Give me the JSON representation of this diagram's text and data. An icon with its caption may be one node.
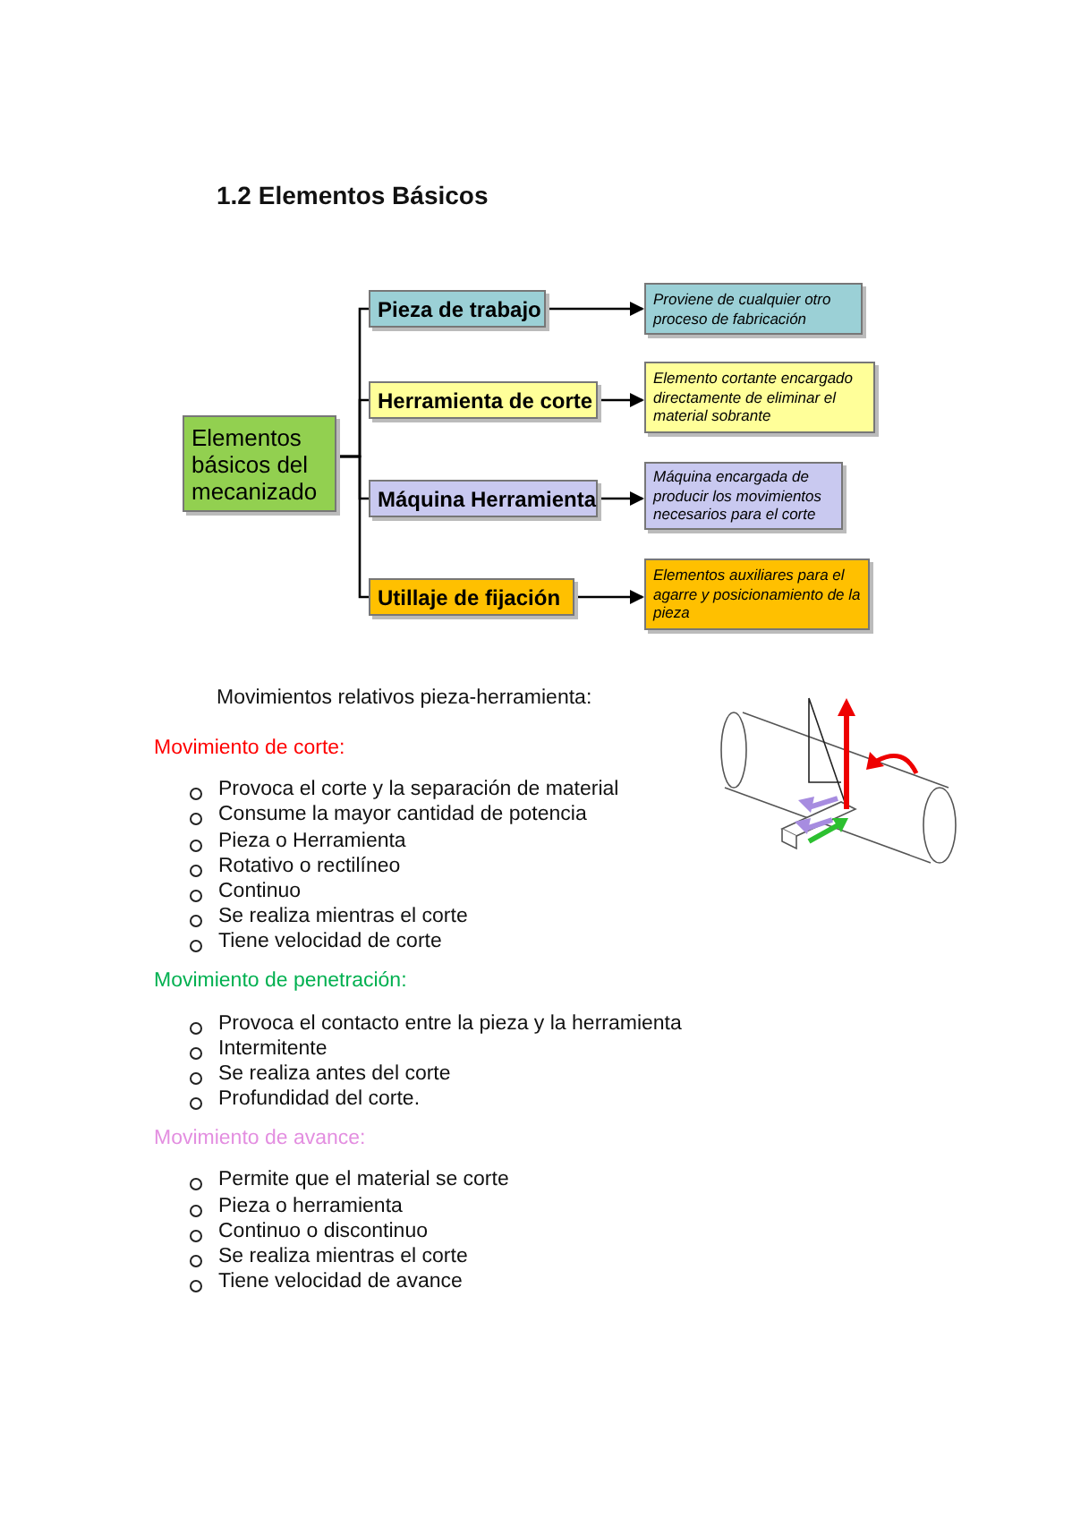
{
  "diagram": {
    "title": "1.2 Elementos Básicos",
    "nodes": [
      {
        "text": [
          "Elementos básicos del mecanizado"
        ]
      },
      {
        "text": [
          "Pieza de trabajo"
        ]
      },
      {
        "text": [
          "Herramienta de corte"
        ]
      },
      {
        "text": [
          "Máquina Herramienta"
        ]
      },
      {
        "text": [
          "Utillaje de fijación"
        ]
      },
      {
        "text": [
          "Proviene de cualquier otro proceso de fabricación"
        ]
      },
      {
        "text": [
          "Elemento cortante encargado directamente de eliminar el material sobrante"
        ]
      },
      {
        "text": [
          "Máquina encargada de producir los movimientos necesarios para el corte"
        ]
      },
      {
        "text": [
          "Elementos auxiliares para el agarre y posicionamiento de la pieza"
        ]
      }
    ],
    "edges": [
      {
        "from": 0,
        "to": 1,
        "arrow": "none"
      },
      {
        "from": 0,
        "to": 2,
        "arrow": "none"
      },
      {
        "from": 0,
        "to": 3,
        "arrow": "none"
      },
      {
        "from": 0,
        "to": 4,
        "arrow": "none"
      },
      {
        "from": 1,
        "to": 5,
        "arrow": "to"
      },
      {
        "from": 2,
        "to": 6,
        "arrow": "to"
      },
      {
        "from": 3,
        "to": 7,
        "arrow": "to"
      },
      {
        "from": 4,
        "to": 8,
        "arrow": "to"
      }
    ],
    "labels": [
      "Movimientos relativos pieza-herramienta:",
      "Movimiento de corte:",
      "Provoca el corte y la separación de material",
      "Consume la mayor cantidad de potencia",
      "Pieza o Herramienta",
      "Rotativo o rectilíneo",
      "Continuo",
      "Se realiza mientras el corte",
      "Tiene velocidad de corte",
      "Movimiento de penetración:",
      "Provoca el contacto entre la pieza y la herramienta",
      "Intermitente",
      "Se realiza antes del corte",
      "Profundidad del corte.",
      "Movimiento de avance:",
      "Permite que el material se corte",
      "Pieza o herramienta",
      "Continuo o discontinuo",
      "Se realiza mientras el corte",
      "Tiene velocidad de avance"
    ]
  }
}
